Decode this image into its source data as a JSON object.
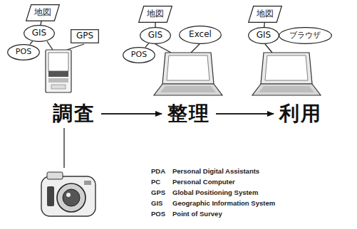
{
  "diagram": {
    "nodes": [
      {
        "text": [
          "地図"
        ]
      },
      {
        "text": [
          "GIS"
        ]
      },
      {
        "text": [
          "GPS"
        ]
      },
      {
        "text": [
          "POS"
        ]
      },
      {
        "text": [
          "地図"
        ]
      },
      {
        "text": [
          "GIS"
        ]
      },
      {
        "text": [
          "Excel"
        ]
      },
      {
        "text": [
          "POS"
        ]
      },
      {
        "text": [
          "地図"
        ]
      },
      {
        "text": [
          "GIS"
        ]
      },
      {
        "text": [
          "ブラウザ"
        ]
      },
      {
        "text": [
          "調査"
        ]
      },
      {
        "text": [
          "整理"
        ]
      },
      {
        "text": [
          "利用"
        ]
      }
    ],
    "edges": [
      {
        "from": 0,
        "to": 1,
        "arrow": "none"
      },
      {
        "from": 1,
        "to": 3,
        "arrow": "none"
      },
      {
        "from": 4,
        "to": 5,
        "arrow": "none"
      },
      {
        "from": 5,
        "to": 7,
        "arrow": "none"
      },
      {
        "from": 8,
        "to": 9,
        "arrow": "none"
      },
      {
        "from": 9,
        "to": 10,
        "arrow": "none"
      },
      {
        "from": 11,
        "to": 12,
        "arrow": "to"
      },
      {
        "from": 12,
        "to": 13,
        "arrow": "to"
      }
    ],
    "labels": [
      "PDA",
      "Personal Digital Assistants",
      "PC",
      "Personal Computer",
      "GPS",
      "Global Positioning System",
      "GIS",
      "Geographic Information System",
      "POS",
      "Point of Survey"
    ]
  }
}
